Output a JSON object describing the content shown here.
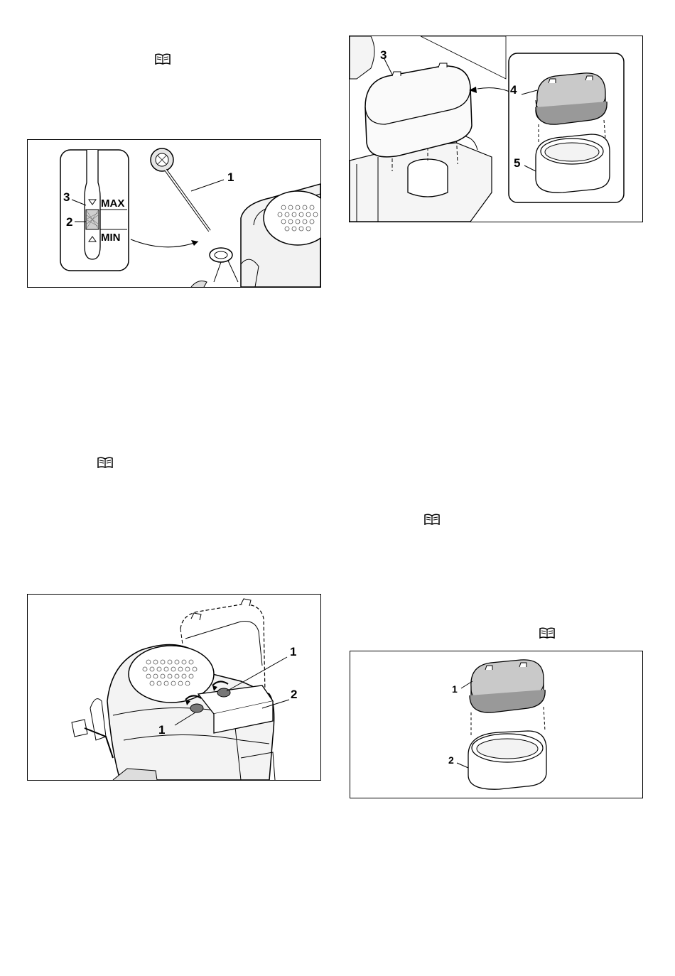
{
  "figures": {
    "dipstick": {
      "callouts": [
        "1",
        "2",
        "3"
      ],
      "max_label": "MAX",
      "min_label": "MIN"
    },
    "engine_cover": {
      "callouts": [
        "1",
        "1",
        "2"
      ]
    },
    "air_filter_assembly": {
      "callouts": [
        "3",
        "4",
        "5"
      ]
    },
    "filter_elements": {
      "callouts": [
        "1",
        "2"
      ]
    }
  },
  "icons": [
    "book-icon",
    "book-icon",
    "book-icon",
    "book-icon"
  ]
}
